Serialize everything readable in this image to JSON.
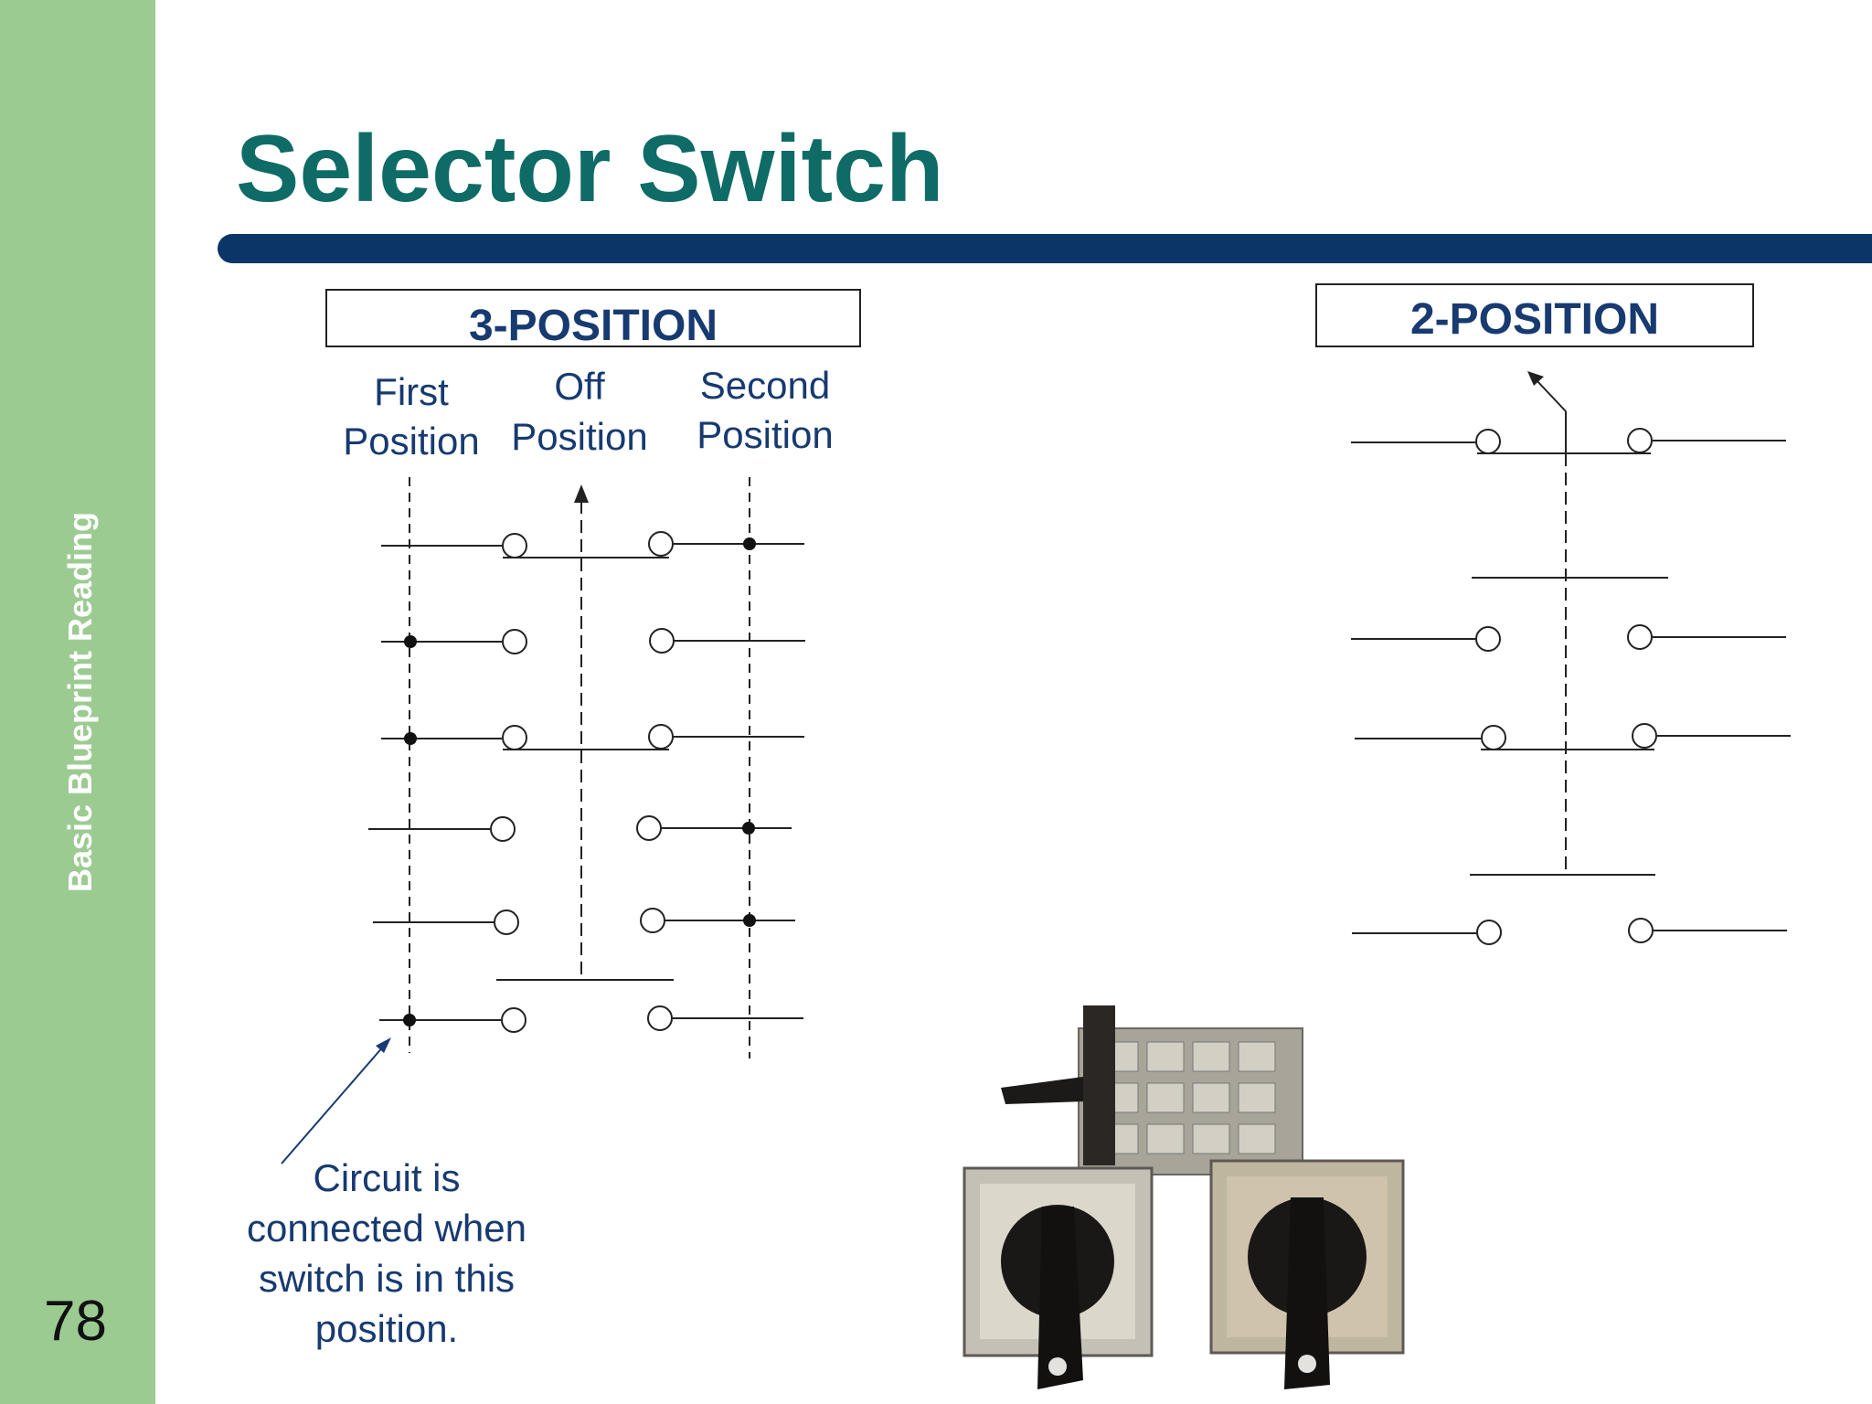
{
  "slide": {
    "title": "Selector Switch",
    "sidebar_text": "Basic Blueprint Reading",
    "page_number": "78"
  },
  "three_position": {
    "header": "3-POSITION",
    "col_first_line1": "First",
    "col_first_line2": "Position",
    "col_off_line1": "Off",
    "col_off_line2": "Position",
    "col_second_line1": "Second",
    "col_second_line2": "Position",
    "contacts_closed_in": [
      [
        "second"
      ],
      [
        "first"
      ],
      [
        "first"
      ],
      [
        "second"
      ],
      [
        "second"
      ],
      [
        "first"
      ]
    ]
  },
  "two_position": {
    "header": "2-POSITION"
  },
  "annotation": {
    "line1": "Circuit is",
    "line2": "connected when",
    "line3": "switch is in this",
    "line4": "position."
  },
  "colors": {
    "title": "#0f6b66",
    "sidebar": "#9ccb92",
    "rule": "#0b3467",
    "diagram_text": "#173a70"
  },
  "icons": [
    "selector-switch-photo"
  ]
}
